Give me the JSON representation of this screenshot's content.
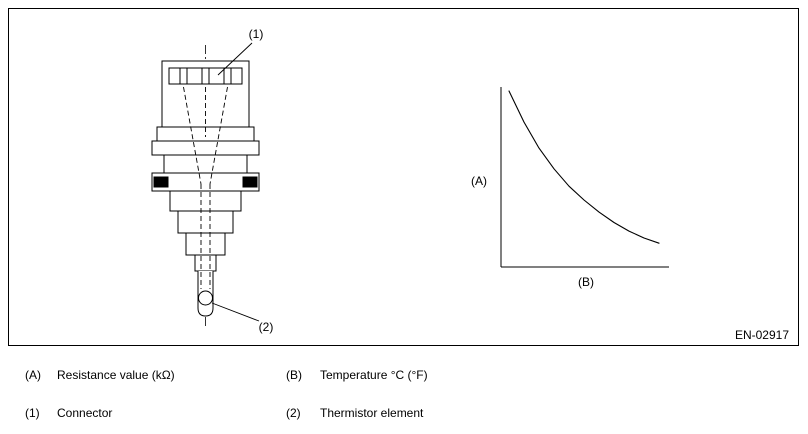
{
  "figure": {
    "ref_code": "EN-02917",
    "sensor": {
      "callout_1": "(1)",
      "callout_2": "(2)"
    },
    "graph": {
      "y_axis_label": "(A)",
      "x_axis_label": "(B)",
      "chart_data": {
        "type": "line",
        "title": "",
        "xlabel": "Temperature °C (°F)",
        "ylabel": "Resistance value (kΩ)",
        "axis_ticks": "none",
        "grid": false,
        "legend_position": "none",
        "description": "Resistance decreases non-linearly (convex falling curve) as temperature increases; no numeric tick labels shown",
        "x_normalized": [
          0,
          0.1,
          0.2,
          0.3,
          0.4,
          0.5,
          0.6,
          0.7,
          0.8,
          0.9,
          1
        ],
        "y_normalized": [
          1,
          0.82,
          0.67,
          0.55,
          0.45,
          0.37,
          0.3,
          0.24,
          0.19,
          0.15,
          0.12
        ]
      }
    }
  },
  "legend": {
    "rows": [
      {
        "left_key": "(A)",
        "left_label": "Resistance value (kΩ)",
        "right_key": "(B)",
        "right_label": "Temperature °C (°F)"
      },
      {
        "left_key": "(1)",
        "left_label": "Connector",
        "right_key": "(2)",
        "right_label": "Thermistor element"
      }
    ]
  }
}
